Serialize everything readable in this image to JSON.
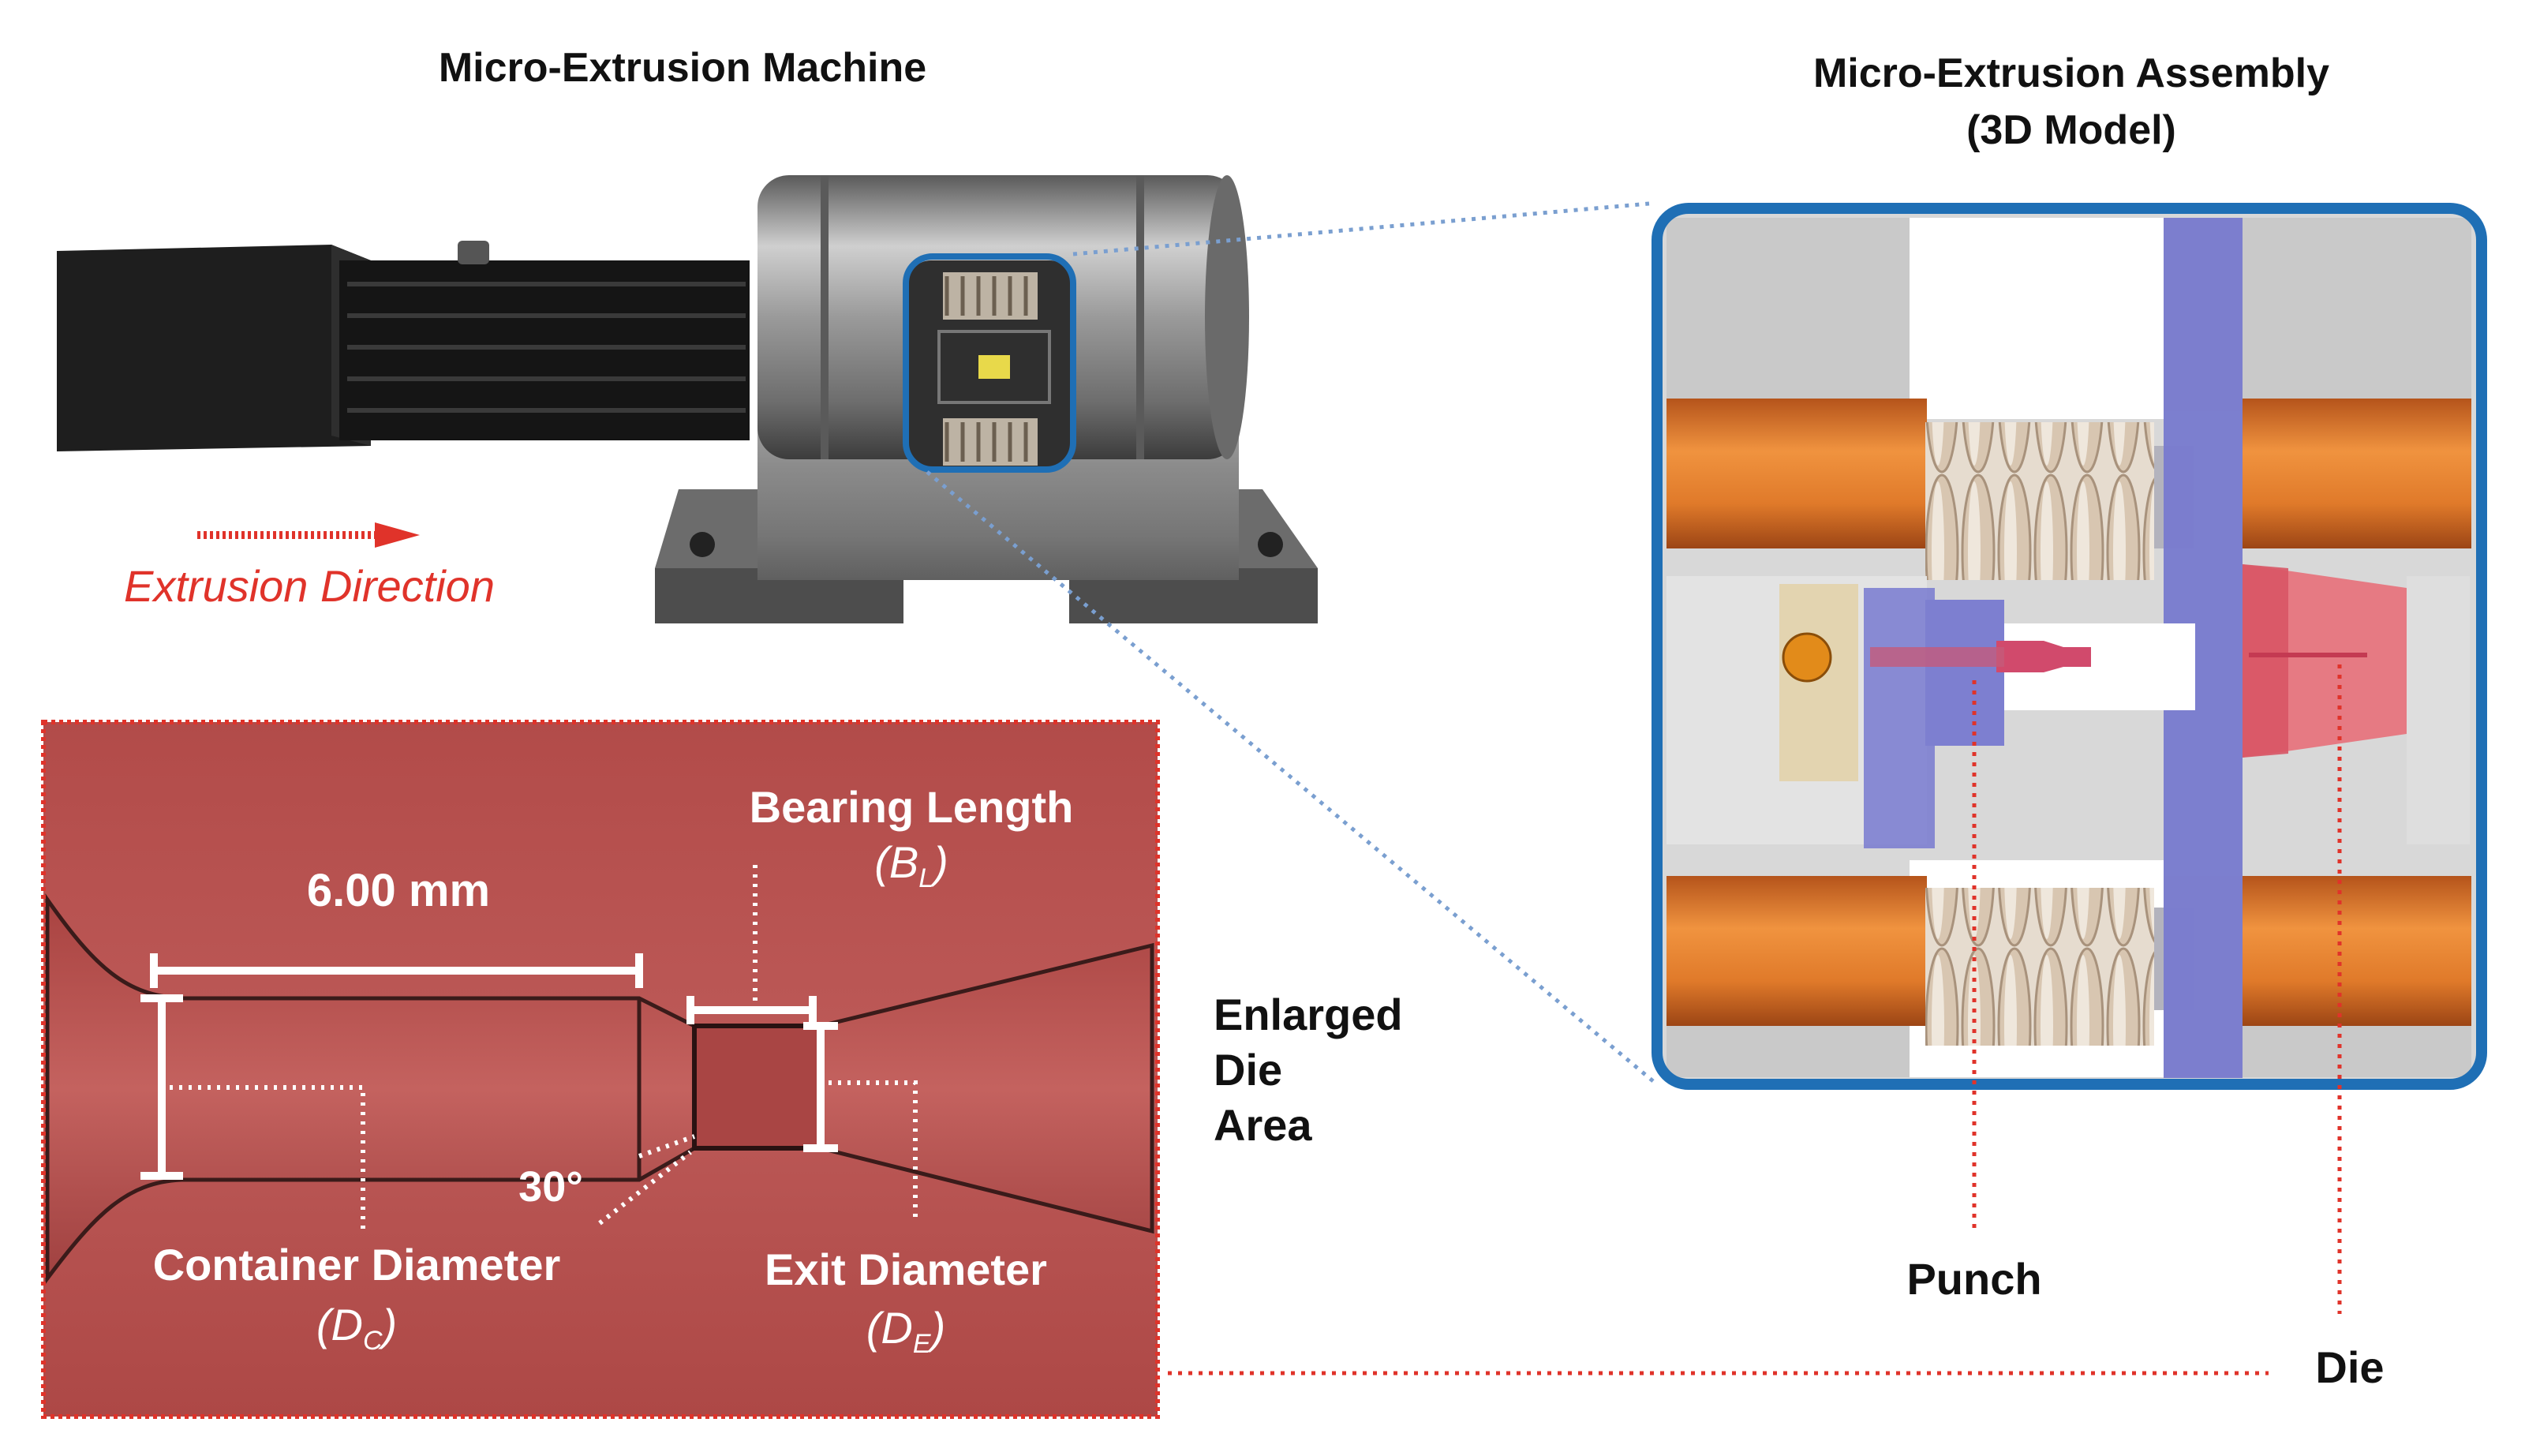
{
  "titles": {
    "machine": "Micro-Extrusion Machine",
    "assembly_line1": "Micro-Extrusion Assembly",
    "assembly_line2": "(3D Model)"
  },
  "extrusion_direction": "Extrusion Direction",
  "die_panel": {
    "length_label": "6.00 mm",
    "bearing_length": "Bearing Length",
    "bearing_symbol": "B",
    "bearing_sub": "L",
    "angle": "30°",
    "container_diameter": "Container Diameter",
    "container_symbol": "D",
    "container_sub": "C",
    "exit_diameter": "Exit Diameter",
    "exit_symbol": "D",
    "exit_sub": "E"
  },
  "enlarged": {
    "line1": "Enlarged",
    "line2": "Die",
    "line3": "Area"
  },
  "callouts": {
    "punch": "Punch",
    "die": "Die"
  },
  "colors": {
    "die_red": "#b85452",
    "annotation_red": "#e0332a",
    "callout_blue": "#1f6fb5",
    "dotted_blue": "#7a9fd0",
    "copper": "#e07a2a",
    "purple": "#7d7fd0",
    "spring": "#d9c7b3",
    "steel": "#b9b9b9"
  },
  "icons": [
    "arrow-right-icon"
  ]
}
